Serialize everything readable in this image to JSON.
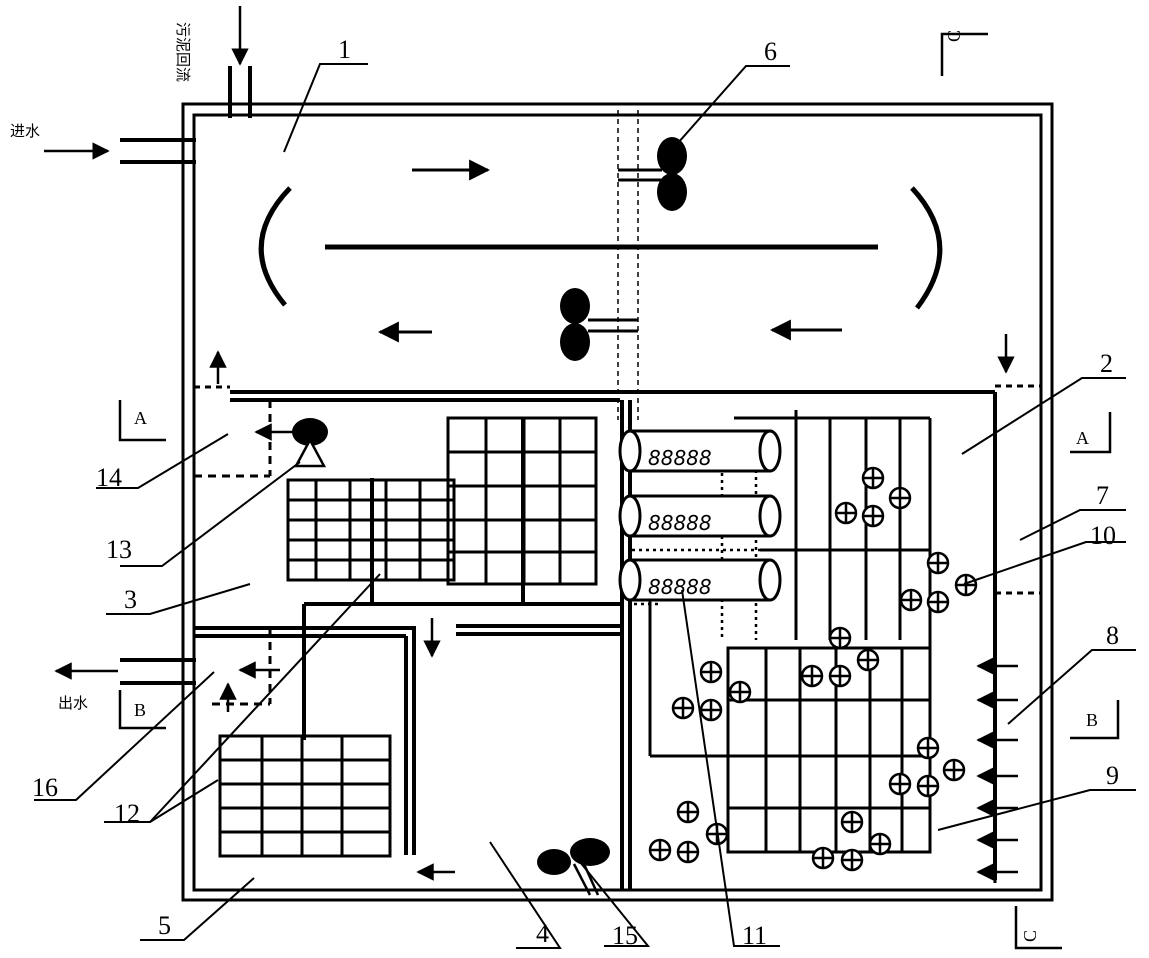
{
  "labels": {
    "inlet": "进水",
    "outlet": "出水",
    "sludge_return": "污泥回流"
  },
  "sections": {
    "a": "A",
    "b": "B",
    "c": "C"
  },
  "callouts": [
    "1",
    "2",
    "3",
    "4",
    "5",
    "6",
    "7",
    "8",
    "9",
    "10",
    "11",
    "12",
    "13",
    "14",
    "15",
    "16"
  ]
}
